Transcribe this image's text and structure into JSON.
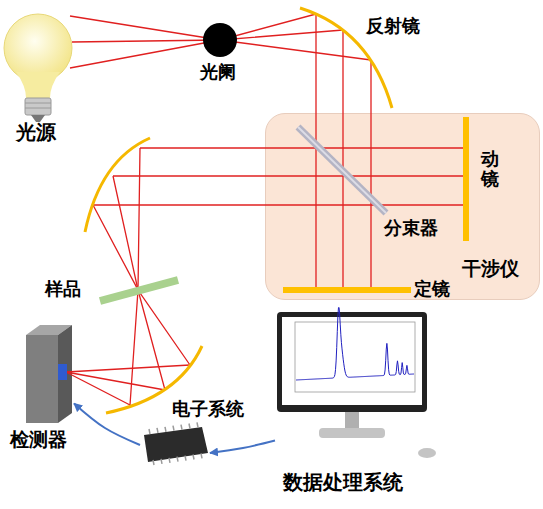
{
  "diagram": {
    "nodes": [
      {
        "text": [
          "干涉仪"
        ]
      },
      {
        "text": [
          "检测器"
        ]
      },
      {
        "text": [
          "电子系统"
        ]
      },
      {
        "text": [
          "数据处理系统"
        ]
      }
    ],
    "edges": [
      {
        "from": 2,
        "to": 1,
        "arrow": "to"
      },
      {
        "from": 3,
        "to": 2,
        "arrow": "to"
      }
    ],
    "labels": [
      "光源",
      "光阑",
      "反射镜",
      "动镜",
      "分束器",
      "定镜",
      "样品"
    ]
  }
}
